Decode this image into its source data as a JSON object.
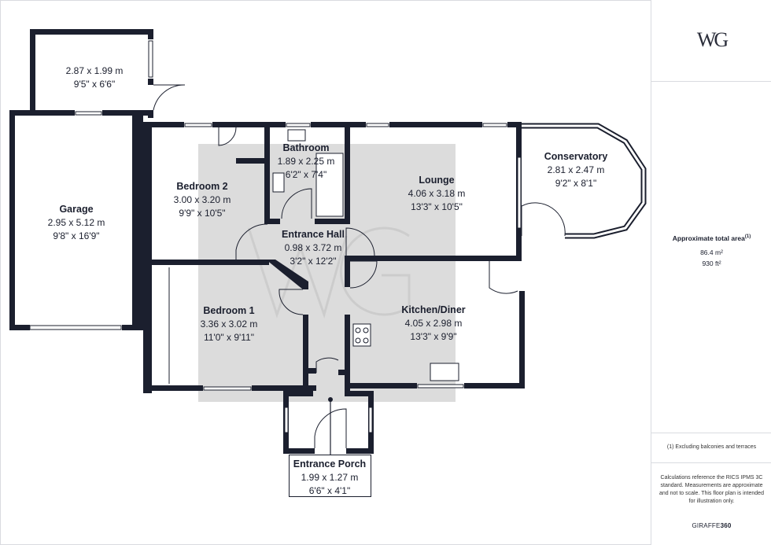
{
  "rooms": {
    "storage": {
      "name": "",
      "metric": "2.87 x 1.99 m",
      "imperial": "9'5\" x 6'6\""
    },
    "garage": {
      "name": "Garage",
      "metric": "2.95 x 5.12 m",
      "imperial": "9'8\" x 16'9\""
    },
    "bedroom2": {
      "name": "Bedroom 2",
      "metric": "3.00 x 3.20 m",
      "imperial": "9'9\" x 10'5\""
    },
    "bathroom": {
      "name": "Bathroom",
      "metric": "1.89 x 2.25 m",
      "imperial": "6'2\" x 7'4\""
    },
    "lounge": {
      "name": "Lounge",
      "metric": "4.06 x 3.18 m",
      "imperial": "13'3\" x 10'5\""
    },
    "conservatory": {
      "name": "Conservatory",
      "metric": "2.81 x 2.47 m",
      "imperial": "9'2\" x 8'1\""
    },
    "entrance_hall": {
      "name": "Entrance Hall",
      "metric": "0.98 x 3.72 m",
      "imperial": "3'2\" x 12'2\""
    },
    "bedroom1": {
      "name": "Bedroom 1",
      "metric": "3.36 x 3.02 m",
      "imperial": "11'0\" x 9'11\""
    },
    "kitchen": {
      "name": "Kitchen/Diner",
      "metric": "4.05 x 2.98 m",
      "imperial": "13'3\" x 9'9\""
    },
    "porch": {
      "name": "Entrance Porch",
      "metric": "1.99 x 1.27 m",
      "imperial": "6'6\" x 4'1\""
    }
  },
  "sidebar": {
    "logo": "WG",
    "area_title": "Approximate total area",
    "area_footnote_mark": "(1)",
    "area_m2": "86.4 m²",
    "area_ft2": "930 ft²",
    "footnote": "(1) Excluding balconies and terraces",
    "disclaimer": "Calculations reference the RICS IPMS 3C standard. Measurements are approximate and not to scale. This floor plan is intended for illustration only.",
    "brand_prefix": "GIRAFFE",
    "brand_suffix": "360"
  },
  "colors": {
    "wall": "#1b1f2e",
    "watermark": "#dcdcdc",
    "window": "#ffffff"
  }
}
